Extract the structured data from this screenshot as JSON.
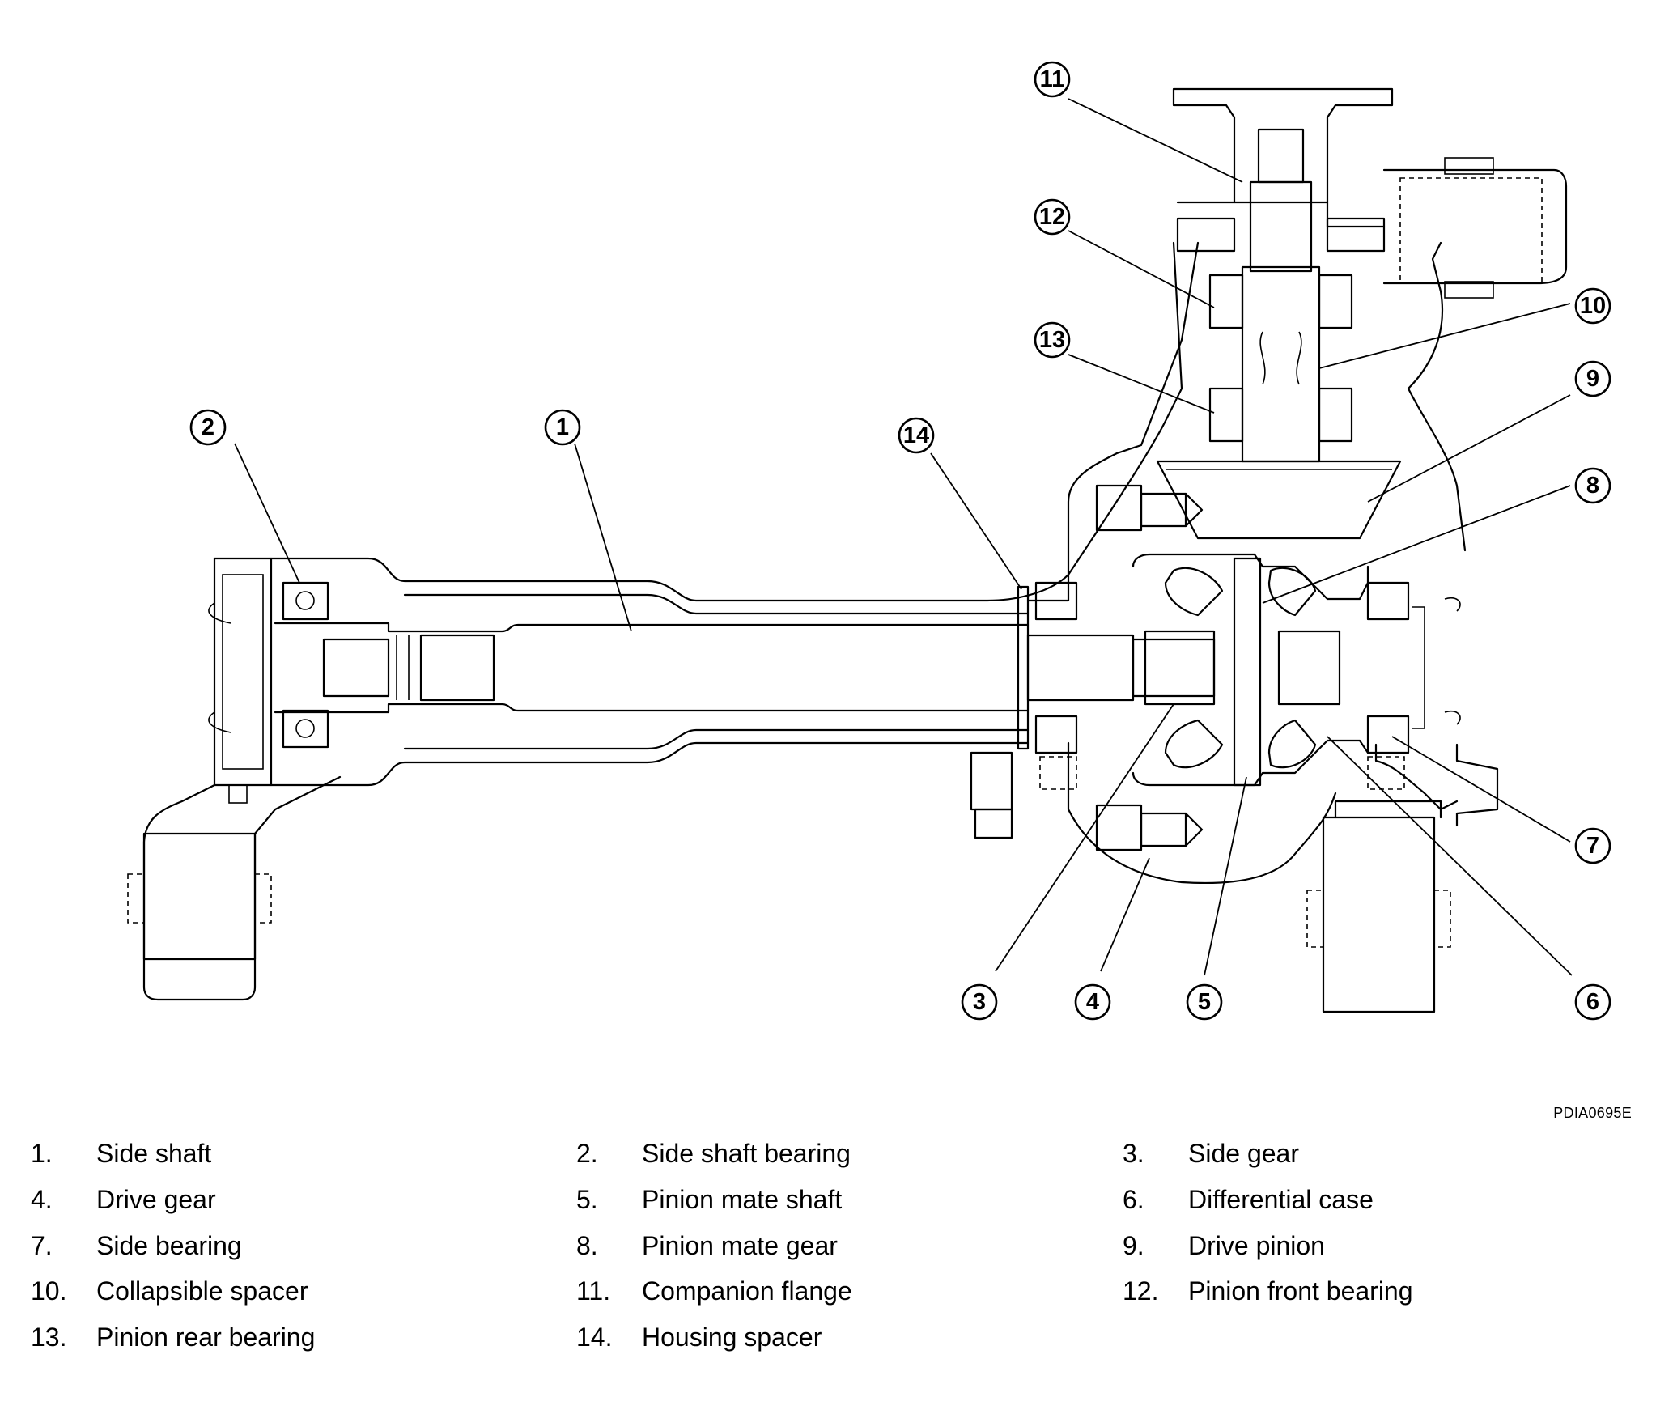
{
  "figure_code": "PDIA0695E",
  "callouts": [
    "1",
    "2",
    "3",
    "4",
    "5",
    "6",
    "7",
    "8",
    "9",
    "10",
    "11",
    "12",
    "13",
    "14"
  ],
  "legend": [
    {
      "num": "1.",
      "label": "Side shaft"
    },
    {
      "num": "2.",
      "label": "Side shaft bearing"
    },
    {
      "num": "3.",
      "label": "Side gear"
    },
    {
      "num": "4.",
      "label": "Drive gear"
    },
    {
      "num": "5.",
      "label": "Pinion mate shaft"
    },
    {
      "num": "6.",
      "label": "Differential case"
    },
    {
      "num": "7.",
      "label": "Side bearing"
    },
    {
      "num": "8.",
      "label": "Pinion mate gear"
    },
    {
      "num": "9.",
      "label": "Drive pinion"
    },
    {
      "num": "10.",
      "label": "Collapsible spacer"
    },
    {
      "num": "11.",
      "label": "Companion flange"
    },
    {
      "num": "12.",
      "label": "Pinion front bearing"
    },
    {
      "num": "13.",
      "label": "Pinion rear bearing"
    },
    {
      "num": "14.",
      "label": "Housing spacer"
    }
  ]
}
